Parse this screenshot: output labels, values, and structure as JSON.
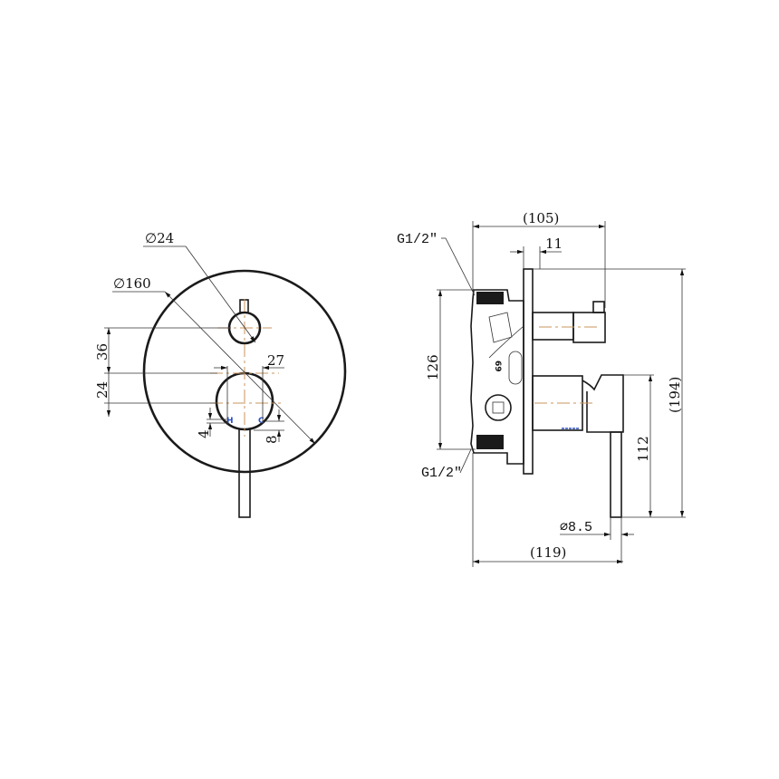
{
  "drawing": {
    "title": "Shower mixer with diverter - technical dimension drawing",
    "colors": {
      "line": "#1a1a1a",
      "centerline": "#c9955c",
      "hc_label": "#2b4fc4",
      "background": "#ffffff"
    },
    "front_view": {
      "diameter_diverter": "∅24",
      "diameter_plate": "∅160",
      "dim_diverter_to_mixer": "36",
      "dim_mixer_offset": "24",
      "dim_hc_spacing": "27",
      "dim_h_offset": "4",
      "dim_c_offset": "8",
      "label_hot": "H",
      "label_cold": "C"
    },
    "side_view": {
      "thread_top": "G1/2\"",
      "thread_bottom": "G1/2\"",
      "dim_overall_depth": "(105)",
      "dim_plate_to_cap": "11",
      "dim_inlet_spacing": "126",
      "dim_overall_height": "(194)",
      "dim_lever_height": "112",
      "diameter_lever": "∅8.5",
      "dim_lever_depth": "(119)",
      "body_marking": "69"
    }
  }
}
